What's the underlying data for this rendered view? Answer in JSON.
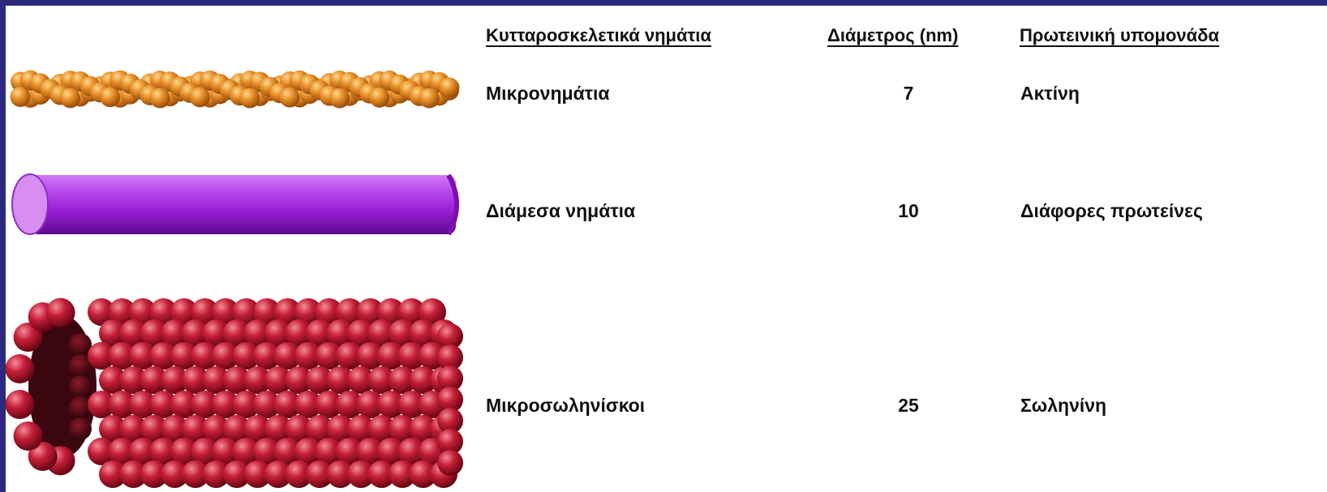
{
  "headers": {
    "filament": "Κυτταροσκελετικά νημάτια",
    "diameter": "Διάμετρος (nm)",
    "subunit": "Πρωτεινική υπομονάδα"
  },
  "rows": [
    {
      "name": "Μικρονημάτια",
      "diameter": "7",
      "subunit": "Ακτίνη",
      "illustration": "twisted-bead-chain",
      "color": "#e08a2a"
    },
    {
      "name": "Διάμεσα νημάτια",
      "diameter": "10",
      "subunit": "Διάφορες πρωτείνες",
      "illustration": "solid-cylinder",
      "color": "#9b1fd6"
    },
    {
      "name": "Μικροσωληνίσκοι",
      "diameter": "25",
      "subunit": "Σωληνίνη",
      "illustration": "hollow-bead-tube",
      "color": "#b0182c"
    }
  ],
  "colors": {
    "frame": "#2d2a7e",
    "background": "#ffffff"
  }
}
